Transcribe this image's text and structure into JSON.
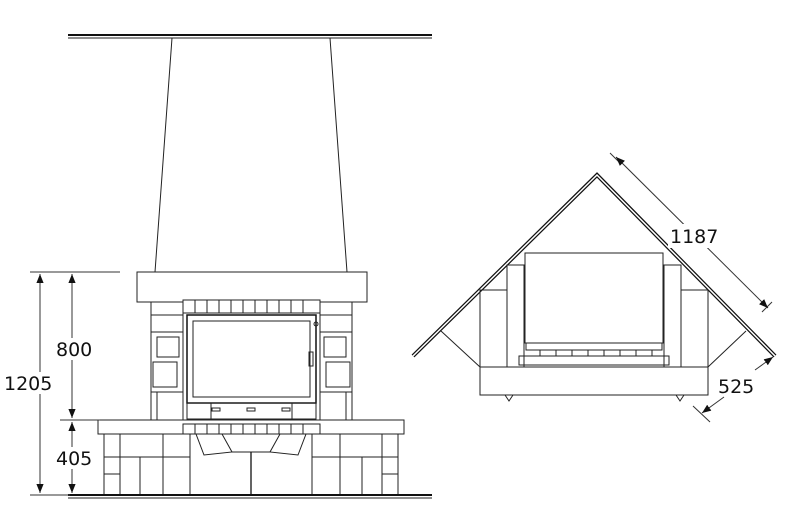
{
  "drawing": {
    "front_view": {
      "dimensions": {
        "total_height": "1205",
        "upper_height": "800",
        "lower_height": "405"
      }
    },
    "plan_view": {
      "dimensions": {
        "side_length": "1187",
        "depth": "525"
      }
    },
    "colors": {
      "line": "#222222",
      "background": "#ffffff"
    }
  }
}
